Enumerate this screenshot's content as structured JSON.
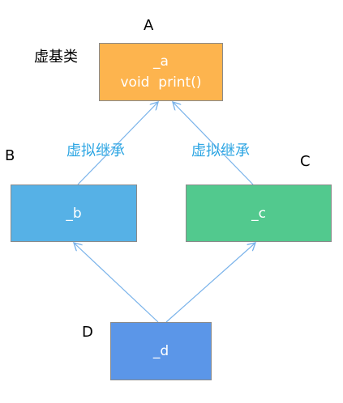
{
  "colors": {
    "a_fill": "#fdb44e",
    "b_fill": "#56b1e6",
    "c_fill": "#52c98e",
    "d_fill": "#5b96e8",
    "edge_color": "#7ab3ea",
    "edge_label_color": "#2ea6e3"
  },
  "nodes": {
    "a": {
      "label": "A",
      "name": "_a",
      "member": "void  print()"
    },
    "b": {
      "label": "B",
      "name": "_b"
    },
    "c": {
      "label": "C",
      "name": "_c"
    },
    "d": {
      "label": "D",
      "name": "_d"
    }
  },
  "annotations": {
    "virtual_base": "虚基类",
    "edge_left": "虚拟继承",
    "edge_right": "虚拟继承"
  }
}
